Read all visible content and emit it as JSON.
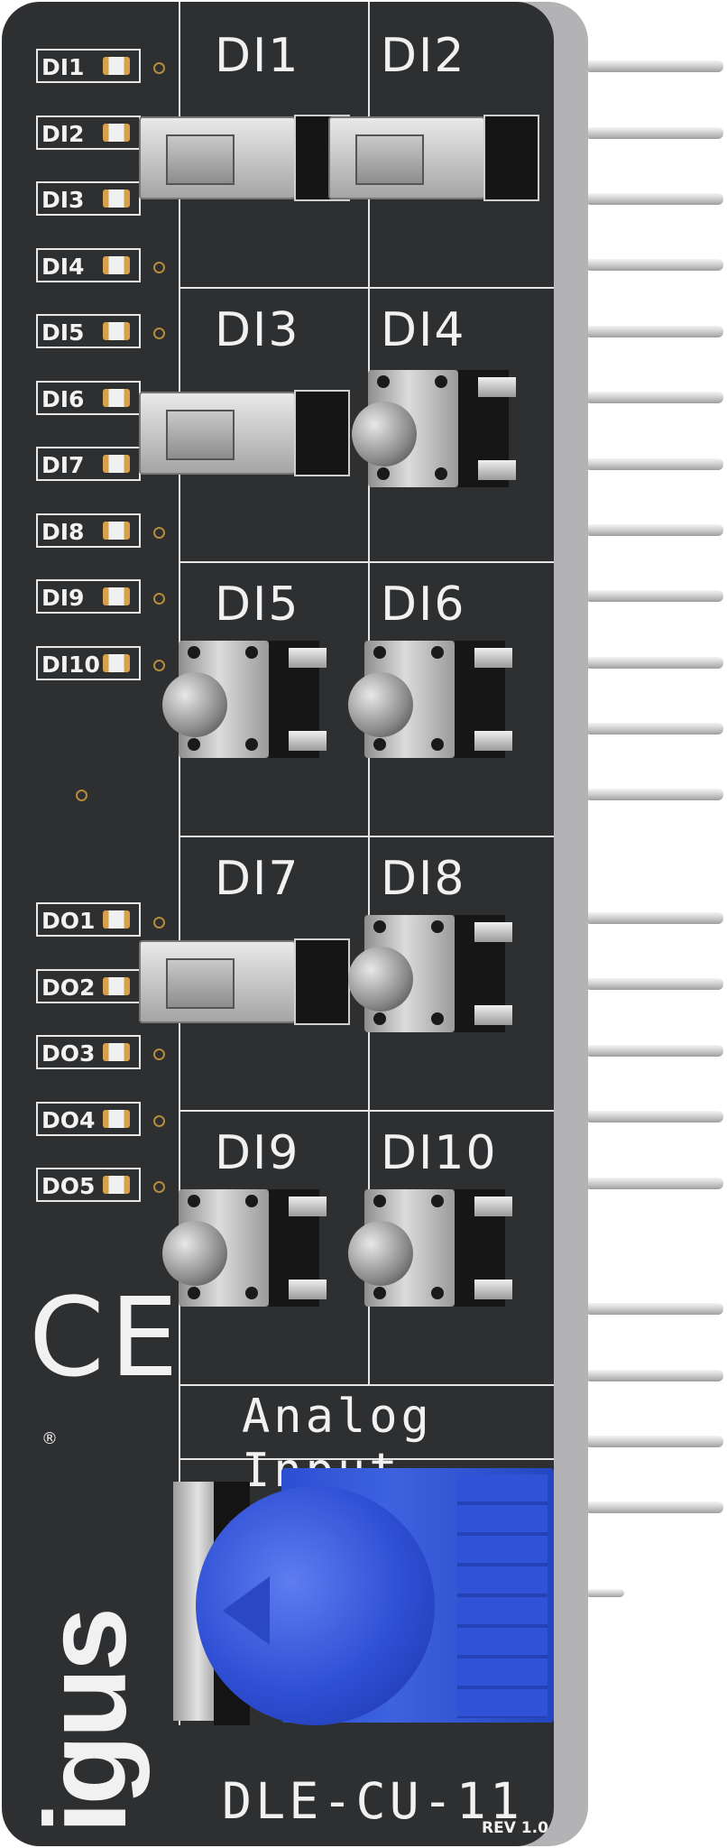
{
  "board": {
    "model": "DLE-CU-11",
    "revision": "REV 1.0",
    "section_analog": "Analog Input",
    "certification_mark": "CE",
    "brand_logo": "igus",
    "registered_mark": "®"
  },
  "button_labels": [
    "DI1",
    "DI2",
    "DI3",
    "DI4",
    "DI5",
    "DI6",
    "DI7",
    "DI8",
    "DI9",
    "DI10"
  ],
  "input_leds": [
    "DI1",
    "DI2",
    "DI3",
    "DI4",
    "DI5",
    "DI6",
    "DI7",
    "DI8",
    "DI9",
    "DI10"
  ],
  "output_leds": [
    "DO1",
    "DO2",
    "DO3",
    "DO4",
    "DO5"
  ],
  "colors": {
    "pcb": "#2e2f31",
    "silkscreen": "#f1f1f1",
    "potentiometer": "#2f52d6",
    "pads": "#b58c3c"
  }
}
